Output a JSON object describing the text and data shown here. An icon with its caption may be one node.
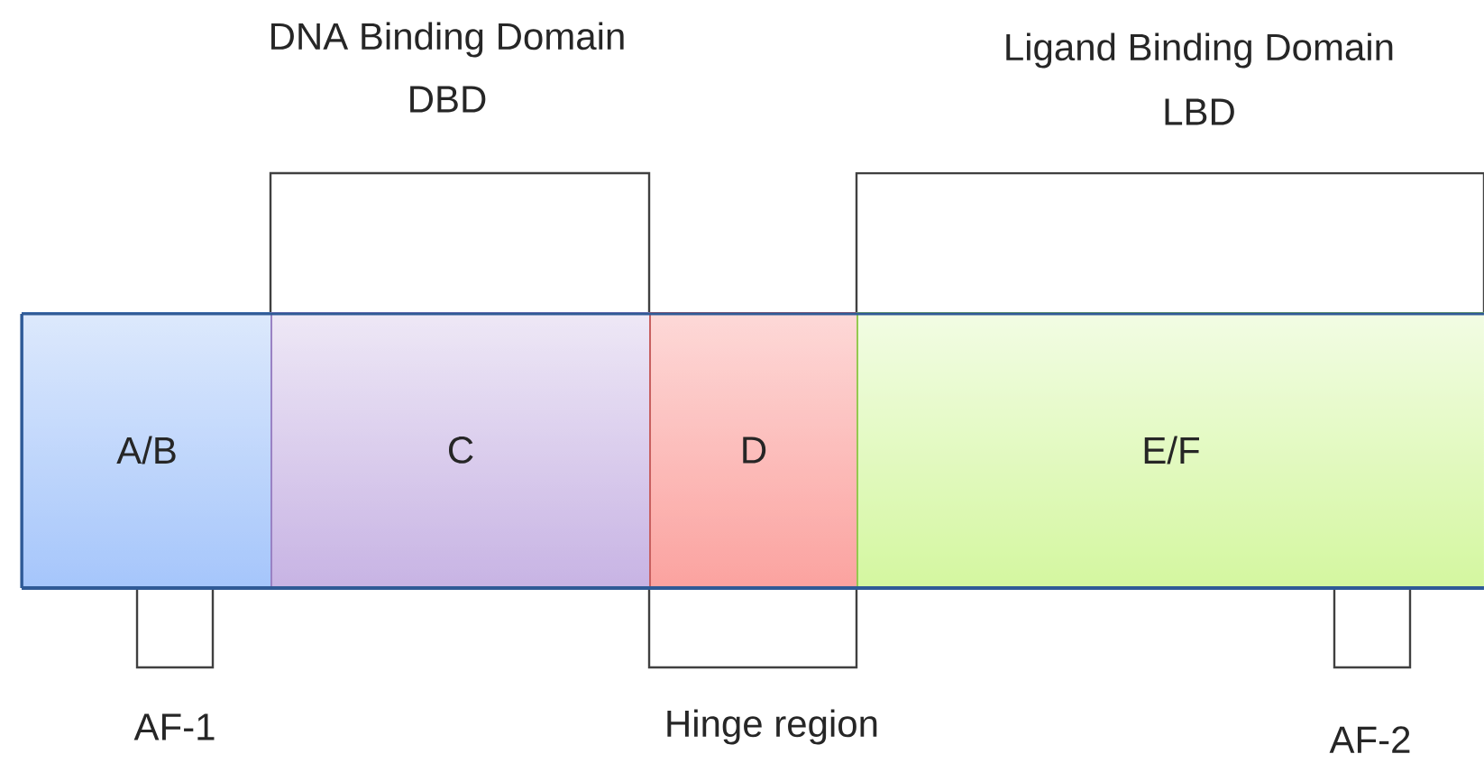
{
  "diagram": {
    "nodes": [
      {
        "text": [
          "A/B"
        ]
      },
      {
        "text": [
          "C"
        ]
      },
      {
        "text": [
          "D"
        ]
      },
      {
        "text": [
          "E/F"
        ]
      }
    ],
    "labels": [
      "DNA Binding Domain",
      "DBD",
      "Ligand Binding Domain",
      "LBD",
      "AF-1",
      "Hinge region",
      "AF-2"
    ]
  }
}
